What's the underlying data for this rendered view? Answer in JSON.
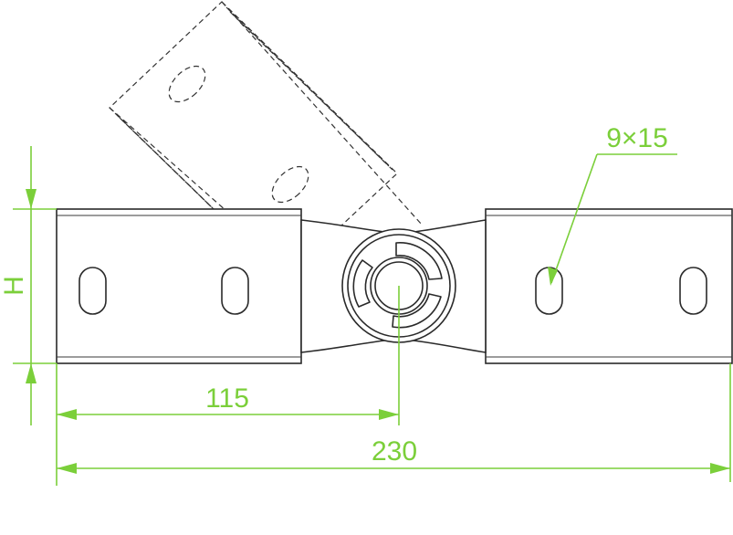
{
  "dimensions": {
    "height_label": "H",
    "half_length": "115",
    "total_length": "230",
    "slot_size": "9×15"
  },
  "colors": {
    "dimension": "#7bcf3a",
    "outline": "#2a2a2a"
  }
}
